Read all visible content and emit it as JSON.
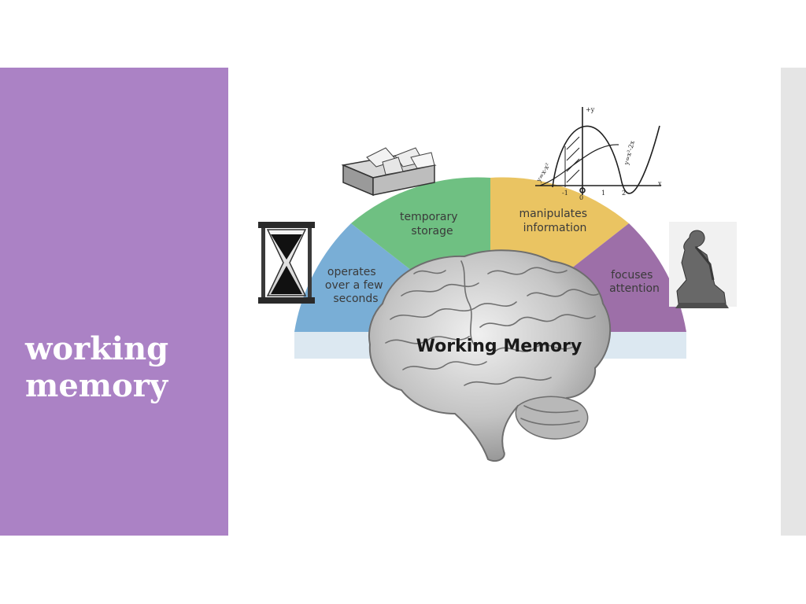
{
  "slide": {
    "title_line1": "working",
    "title_line2": "memory"
  },
  "colors": {
    "sidebar": "#ab82c5",
    "segment_blue": "#79aed6",
    "segment_green": "#6fc082",
    "segment_yellow": "#eac462",
    "segment_purple": "#9d6fa8",
    "band": "#dce8f1"
  },
  "diagram": {
    "label": "Working Memory",
    "segments": [
      {
        "id": "seconds",
        "lines": [
          "operates",
          "over a few",
          "seconds"
        ]
      },
      {
        "id": "storage",
        "lines": [
          "temporary",
          "storage"
        ]
      },
      {
        "id": "manipulates",
        "lines": [
          "manipulates",
          "information"
        ]
      },
      {
        "id": "attention",
        "lines": [
          "focuses",
          "attention"
        ]
      }
    ],
    "graph": {
      "y_axis": "+y",
      "x_axis": "x",
      "tick_left": "-1",
      "tick_origin": "0",
      "tick_one": "1",
      "tick_two": "2",
      "curve_left": "y=x-x²",
      "curve_right": "y=x²-2x"
    }
  }
}
